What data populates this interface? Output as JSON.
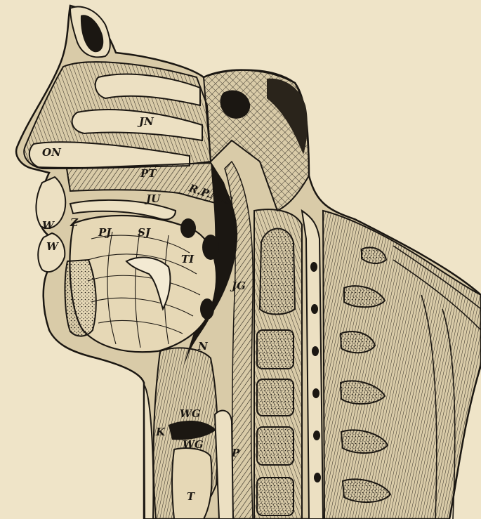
{
  "colors": {
    "paper": "#efe4c8",
    "ink": "#1b1712",
    "tissue": "#d9cba8",
    "bone": "#ece0c2"
  },
  "labels": {
    "on": "ON",
    "jn": "JN",
    "pt": "PT",
    "ju": "JU",
    "rpms": "R.P.M.S",
    "w1": "W",
    "w2": "W",
    "z": "Z",
    "pj": "PJ",
    "sj": "SJ",
    "ti": "TI",
    "jg": "JG",
    "n": "N",
    "wg1": "WG",
    "wg2": "WG",
    "k": "K",
    "p": "P",
    "t": "T"
  }
}
